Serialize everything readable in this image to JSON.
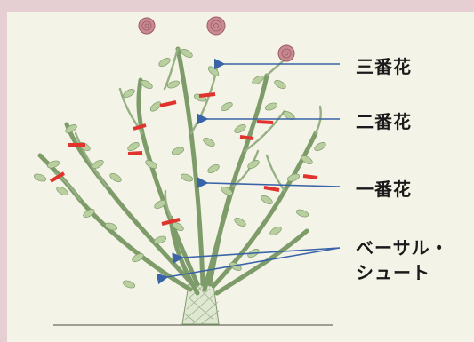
{
  "labels": {
    "third_flower": "三番花",
    "second_flower": "二番花",
    "first_flower": "一番花",
    "basal_shoot_line1": "ベーサル・",
    "basal_shoot_line2": "シュート"
  },
  "colors": {
    "background": "#f4f3e7",
    "frame": "#e6cfd2",
    "stem": "#7e9c6a",
    "leaf": "#b9cf9f",
    "prune_mark": "#e0332e",
    "arrow": "#3a64a8",
    "rose": "#c98a92"
  },
  "icons": [
    "rose-bloom-icon",
    "prune-mark-icon",
    "arrow-icon"
  ]
}
